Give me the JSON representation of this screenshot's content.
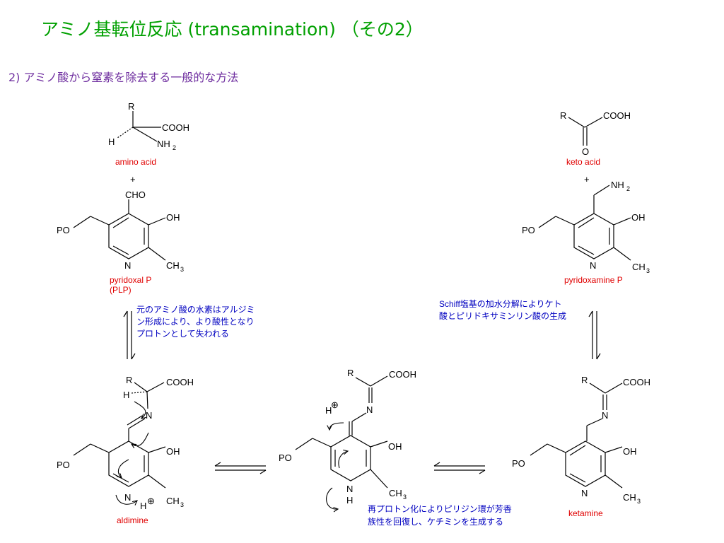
{
  "title": "アミノ基転位反応 (transamination) （その2）",
  "subtitle": "2) アミノ酸から窒素を除去する一般的な方法",
  "atoms": {
    "R": "R",
    "H": "H",
    "COOH": "COOH",
    "NH": "NH",
    "NH2_sub": "2",
    "CHO": "CHO",
    "OH": "OH",
    "PO": "PO",
    "N": "N",
    "CH": "CH",
    "CH3_sub": "3",
    "O": "O",
    "plus": "+",
    "plus_circle": "⊕"
  },
  "labels": {
    "amino_acid": "amino acid",
    "pyridoxal_p": "pyridoxal P",
    "plp": "(PLP)",
    "keto_acid": "keto acid",
    "pyridoxamine_p": "pyridoxamine P",
    "aldimine": "aldimine",
    "ketamine": "ketamine"
  },
  "notes": {
    "left": [
      "元のアミノ酸の水素はアルジミ",
      "ン形成により、より酸性となり",
      "プロトンとして失われる"
    ],
    "right": [
      "Schiff塩基の加水分解によりケト",
      "酸とピリドキサミンリン酸の生成"
    ],
    "bottom": [
      "再プロトン化によりピリジン環が芳香",
      "族性を回復し、ケチミンを生成する"
    ]
  }
}
